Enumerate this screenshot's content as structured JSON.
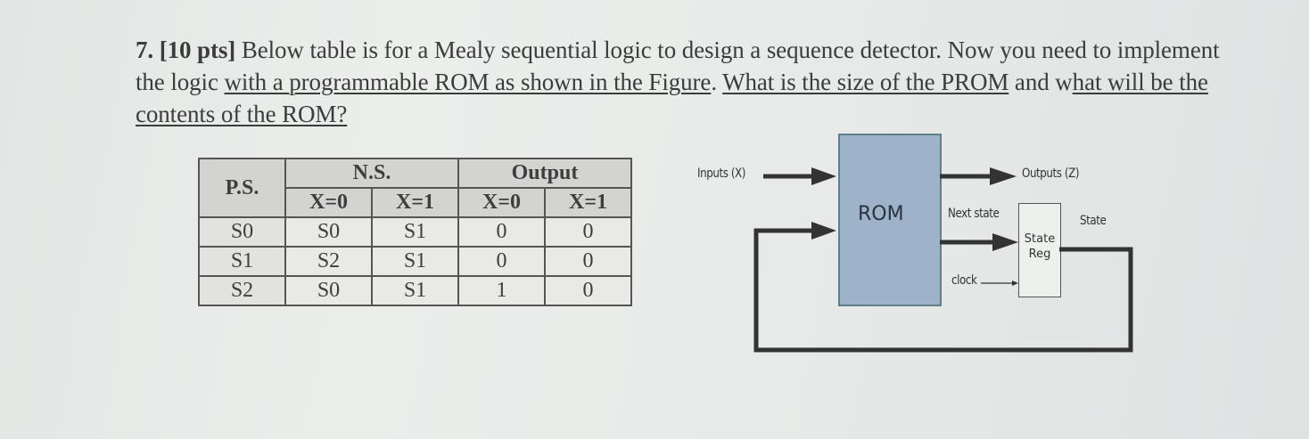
{
  "question": {
    "number": "7.",
    "points": "[10 pts]",
    "text_part1": " Below table is for a Mealy sequential logic to design a sequence detector. Now you need to implement the logic ",
    "underline1": "with a programmable ROM as shown in the Figure",
    "text_part2": ". ",
    "underline2": "What is the size of the PROM",
    "text_part3": " and w",
    "underline3": "hat will be the contents of the ROM?"
  },
  "state_table": {
    "headers": {
      "present_state": "P.S.",
      "next_state": "N.S.",
      "output": "Output",
      "sub": [
        "X=0",
        "X=1",
        "X=0",
        "X=1"
      ]
    },
    "rows": [
      {
        "ps": "S0",
        "ns_x0": "S0",
        "ns_x1": "S1",
        "out_x0": "0",
        "out_x1": "0"
      },
      {
        "ps": "S1",
        "ns_x0": "S2",
        "ns_x1": "S1",
        "out_x0": "0",
        "out_x1": "0"
      },
      {
        "ps": "S2",
        "ns_x0": "S0",
        "ns_x1": "S1",
        "out_x0": "1",
        "out_x1": "0"
      }
    ]
  },
  "diagram": {
    "inputs_label": "Inputs (X)",
    "outputs_label": "Outputs (Z)",
    "rom_label": "ROM",
    "next_state_label": "Next state",
    "state_label": "State",
    "state_reg_label_1": "State",
    "state_reg_label_2": "Reg",
    "clock_label": "clock",
    "colors": {
      "rom_fill": "#9eb2ca",
      "rom_border": "#5f7f86",
      "wire": "#333333"
    }
  }
}
